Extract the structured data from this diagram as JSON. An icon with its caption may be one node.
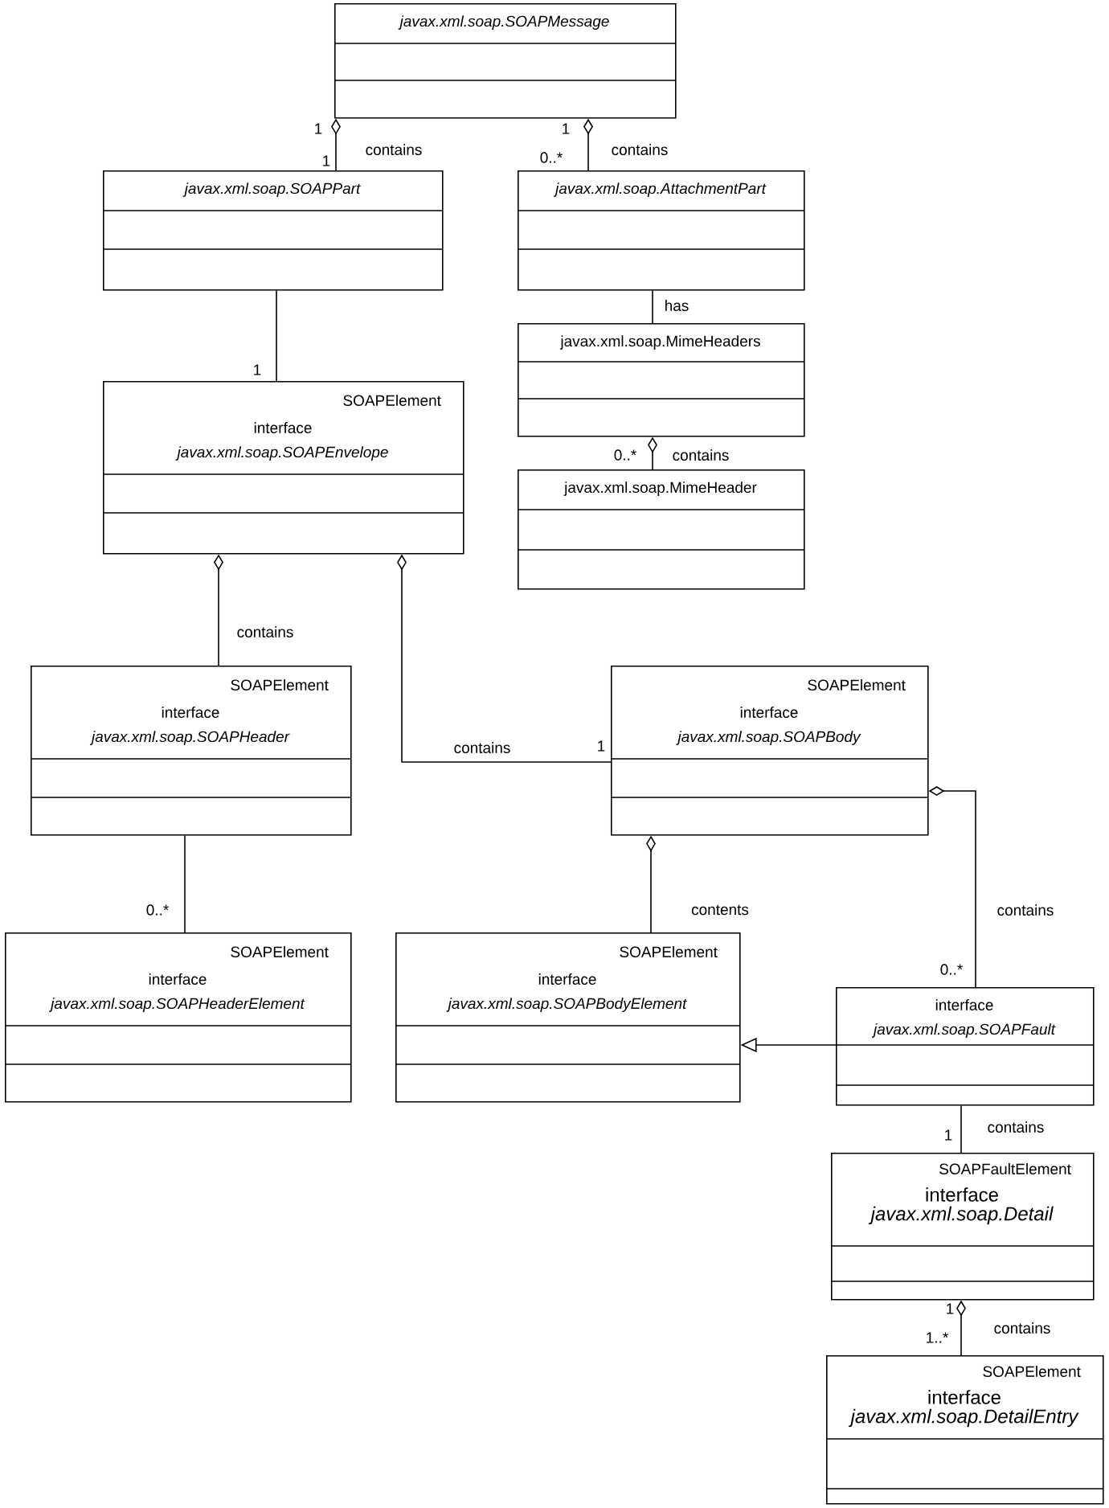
{
  "diagram": {
    "nodes": [
      {
        "text": [
          "javax.xml.soap.SOAPMessage"
        ]
      },
      {
        "text": [
          "javax.xml.soap.SOAPPart"
        ]
      },
      {
        "text": [
          "javax.xml.soap.AttachmentPart"
        ]
      },
      {
        "text": [
          "javax.xml.soap.MimeHeaders"
        ]
      },
      {
        "text": [
          "javax.xml.soap.MimeHeader"
        ]
      },
      {
        "text": [
          "SOAPElement",
          "interface",
          "javax.xml.soap.SOAPEnvelope"
        ]
      },
      {
        "text": [
          "SOAPElement",
          "interface",
          "javax.xml.soap.SOAPHeader"
        ]
      },
      {
        "text": [
          "SOAPElement",
          "interface",
          "javax.xml.soap.SOAPBody"
        ]
      },
      {
        "text": [
          "SOAPElement",
          "interface",
          "javax.xml.soap.SOAPHeaderElement"
        ]
      },
      {
        "text": [
          "SOAPElement",
          "interface",
          "javax.xml.soap.SOAPBodyElement"
        ]
      },
      {
        "text": [
          "interface",
          "javax.xml.soap.SOAPFault"
        ]
      },
      {
        "text": [
          "SOAPFaultElement",
          "interface",
          "javax.xml.soap.Detail"
        ]
      },
      {
        "text": [
          "SOAPElement",
          "interface",
          "javax.xml.soap.DetailEntry"
        ]
      }
    ],
    "edges": [
      {
        "from": 0,
        "to": 1,
        "arrow": "other",
        "label": "contains"
      },
      {
        "from": 0,
        "to": 2,
        "arrow": "other",
        "label": "contains"
      },
      {
        "from": 2,
        "to": 3,
        "arrow": "none",
        "label": "has"
      },
      {
        "from": 3,
        "to": 4,
        "arrow": "other",
        "label": "contains"
      },
      {
        "from": 1,
        "to": 5,
        "arrow": "none"
      },
      {
        "from": 5,
        "to": 6,
        "arrow": "other",
        "label": "contains"
      },
      {
        "from": 5,
        "to": 7,
        "arrow": "other",
        "label": "contains"
      },
      {
        "from": 7,
        "to": 9,
        "arrow": "other",
        "label": "contents"
      },
      {
        "from": 7,
        "to": 10,
        "arrow": "other",
        "label": "contains"
      },
      {
        "from": 6,
        "to": 8,
        "arrow": "none"
      },
      {
        "from": 10,
        "to": 9,
        "arrow": "to"
      },
      {
        "from": 10,
        "to": 11,
        "arrow": "none",
        "label": "contains"
      },
      {
        "from": 11,
        "to": 12,
        "arrow": "other",
        "label": "contains"
      }
    ],
    "labels": [
      "1",
      "1",
      "0..*",
      "1",
      "1",
      "0..*",
      "1",
      "0..*",
      "0..*",
      "1",
      "1",
      "1..*"
    ]
  }
}
